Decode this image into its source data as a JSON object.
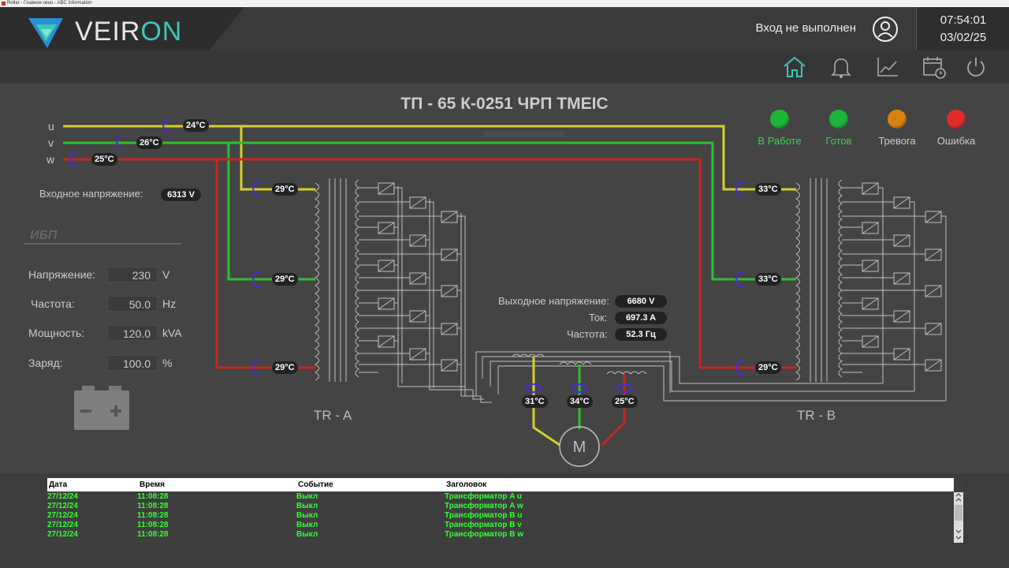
{
  "titlebar": {
    "text": "Rollar - Главное окно - ABC Information"
  },
  "header": {
    "logo_primary": "VEIR",
    "logo_accent": "ON",
    "login_status": "Вход не выполнен",
    "time": "07:54:01",
    "date": "03/02/25"
  },
  "nav": [
    "home-icon",
    "bell-icon",
    "chart-icon",
    "calendar-clock-icon",
    "power-icon"
  ],
  "main": {
    "title": "ТП - 65 К-0251 ЧРП TMEIC",
    "statuses": [
      {
        "label": "В Работе",
        "lamp_color": "#1db43a",
        "text_color": "#3cd24a"
      },
      {
        "label": "Готов",
        "lamp_color": "#1db43a",
        "text_color": "#3cd24a"
      },
      {
        "label": "Тревога",
        "lamp_color": "#d8820e",
        "text_color": "#ccc"
      },
      {
        "label": "Ошибка",
        "lamp_color": "#e02a2a",
        "text_color": "#ccc"
      }
    ],
    "phases": [
      "u",
      "v",
      "w"
    ],
    "input_temps": [
      "24°C",
      "26°C",
      "25°C"
    ],
    "input_voltage": {
      "label": "Входное напряжение:",
      "value": "6313  V"
    },
    "tr_a_temps": [
      "29°C",
      "29°C",
      "29°C"
    ],
    "tr_b_temps": [
      "33°C",
      "33°C",
      "29°C"
    ],
    "output": {
      "voltage_label": "Выходное напряжение:",
      "voltage_value": "6680  V",
      "current_label": "Ток:",
      "current_value": "697.3  A",
      "freq_label": "Частота:",
      "freq_value": "52.3 Гц"
    },
    "motor_temps": [
      "31°C",
      "34°C",
      "25°C"
    ],
    "motor_label": "M",
    "tr_a_label": "TR - A",
    "tr_b_label": "TR - B",
    "ups": {
      "title": "ИБП",
      "rows": [
        {
          "label": "Напряжение:",
          "value": "230",
          "unit": "V"
        },
        {
          "label": "Частота:",
          "value": "50.0",
          "unit": "Hz"
        },
        {
          "label": "Мощность:",
          "value": "120.0",
          "unit": "kVA"
        },
        {
          "label": "Заряд:",
          "value": "100.0",
          "unit": "%"
        }
      ]
    },
    "colors": {
      "u": "#d7cf2a",
      "v": "#2fbf2f",
      "w": "#c8261e",
      "wire": "#bfbfbf"
    }
  },
  "events": {
    "headers": [
      "Дата",
      "Время",
      "Событие",
      "Заголовок"
    ],
    "rows": [
      [
        "27/12/24",
        "11:08:28",
        "Выкл",
        "Трансформатор A u"
      ],
      [
        "27/12/24",
        "11:08:28",
        "Выкл",
        "Трансформатор A w"
      ],
      [
        "27/12/24",
        "11:08:28",
        "Выкл",
        "Трансформатор B u"
      ],
      [
        "27/12/24",
        "11:08:28",
        "Выкл",
        "Трансформатор B v"
      ],
      [
        "27/12/24",
        "11:08:28",
        "Выкл",
        "Трансформатор B w"
      ]
    ]
  }
}
